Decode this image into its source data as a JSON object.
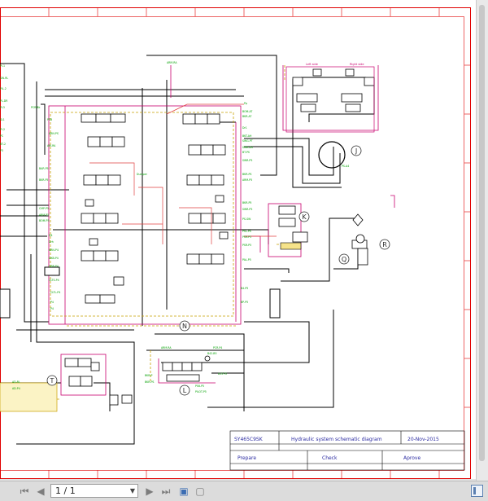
{
  "title_block": {
    "model": "SY465C9SK",
    "title": "Hydraulic system schematic diagram",
    "date": "20-Nov-2015",
    "prepare_label": "Prepare",
    "check_label": "Check",
    "approve_label": "Aprove"
  },
  "callouts": [
    "J",
    "K",
    "N",
    "Q",
    "R",
    "T",
    "L"
  ],
  "valve_labels": {
    "left_side": "Left side",
    "right_side": "Right side"
  },
  "colors": {
    "line": "#000000",
    "pilot": "#c8006e",
    "drain": "#c8a000",
    "callout": "#2a2a2a",
    "port_label": "#00a000",
    "frame": "#e00000"
  },
  "toolbar": {
    "page_indicator": "1 / 1",
    "icons": [
      "first-page-icon",
      "prev-page-icon",
      "next-page-icon",
      "last-page-icon",
      "fit-page-icon",
      "single-page-icon",
      "sidebar-toggle-icon"
    ]
  }
}
